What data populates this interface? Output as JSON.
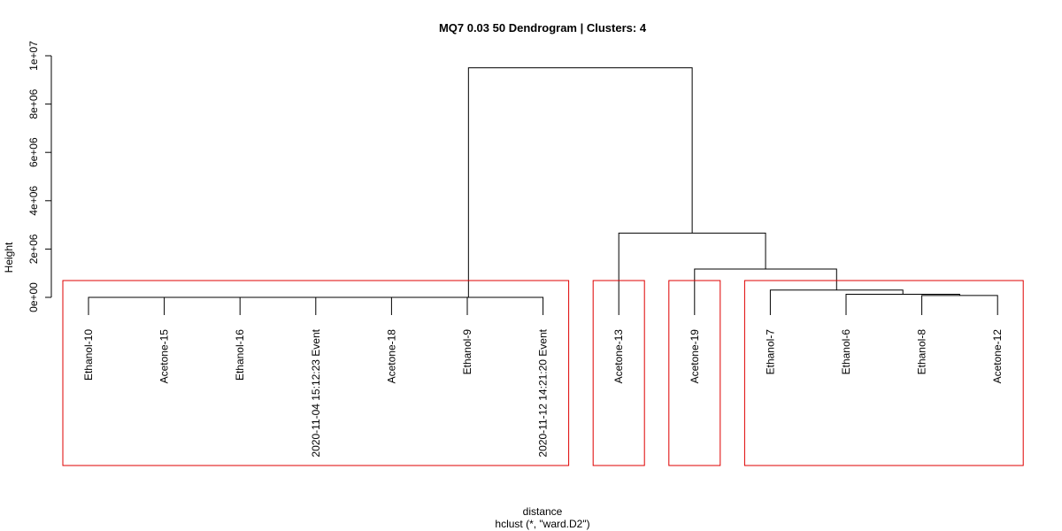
{
  "chart_data": {
    "type": "dendrogram",
    "title": "MQ7 0.03 50 Dendrogram | Clusters: 4",
    "ylabel": "Height",
    "xlabel": "distance",
    "sublabel": "hclust (*, \"ward.D2\")",
    "ylim": [
      0,
      10000000
    ],
    "yticks": [
      {
        "value": 0,
        "label": "0e+00"
      },
      {
        "value": 2000000,
        "label": "2e+06"
      },
      {
        "value": 4000000,
        "label": "4e+06"
      },
      {
        "value": 6000000,
        "label": "6e+06"
      },
      {
        "value": 8000000,
        "label": "8e+06"
      },
      {
        "value": 10000000,
        "label": "1e+07"
      }
    ],
    "leaves": [
      "Ethanol-10",
      "Acetone-15",
      "Ethanol-16",
      "2020-11-04 15:12:23 Event",
      "Acetone-18",
      "Ethanol-9",
      "2020-11-12 14:21:20 Event",
      "Acetone-13",
      "Acetone-19",
      "Ethanol-7",
      "Ethanol-6",
      "Ethanol-8",
      "Acetone-12"
    ],
    "merges": [
      {
        "id": "m1",
        "left": "Ethanol-10",
        "right": "Acetone-15",
        "height": 0
      },
      {
        "id": "m2",
        "left": "m1",
        "right": "Ethanol-16",
        "height": 0
      },
      {
        "id": "m3",
        "left": "m2",
        "right": "2020-11-04 15:12:23 Event",
        "height": 0
      },
      {
        "id": "m4",
        "left": "m3",
        "right": "Acetone-18",
        "height": 0
      },
      {
        "id": "m5",
        "left": "m4",
        "right": "Ethanol-9",
        "height": 0
      },
      {
        "id": "m6",
        "left": "m5",
        "right": "2020-11-12 14:21:20 Event",
        "height": 0
      },
      {
        "id": "m7",
        "left": "Ethanol-8",
        "right": "Acetone-12",
        "height": 80000
      },
      {
        "id": "m8",
        "left": "Ethanol-6",
        "right": "m7",
        "height": 130000
      },
      {
        "id": "m9",
        "left": "Ethanol-7",
        "right": "m8",
        "height": 300000
      },
      {
        "id": "m10",
        "left": "Acetone-19",
        "right": "m9",
        "height": 1170000
      },
      {
        "id": "m11",
        "left": "Acetone-13",
        "right": "m10",
        "height": 2660000
      },
      {
        "id": "m12",
        "left": "m6",
        "right": "m11",
        "height": 9500000
      }
    ],
    "clusters": [
      {
        "first": 0,
        "last": 6
      },
      {
        "first": 7,
        "last": 7
      },
      {
        "first": 8,
        "last": 8
      },
      {
        "first": 9,
        "last": 12
      }
    ],
    "cluster_color": "#df0000",
    "line_color": "#000000"
  }
}
